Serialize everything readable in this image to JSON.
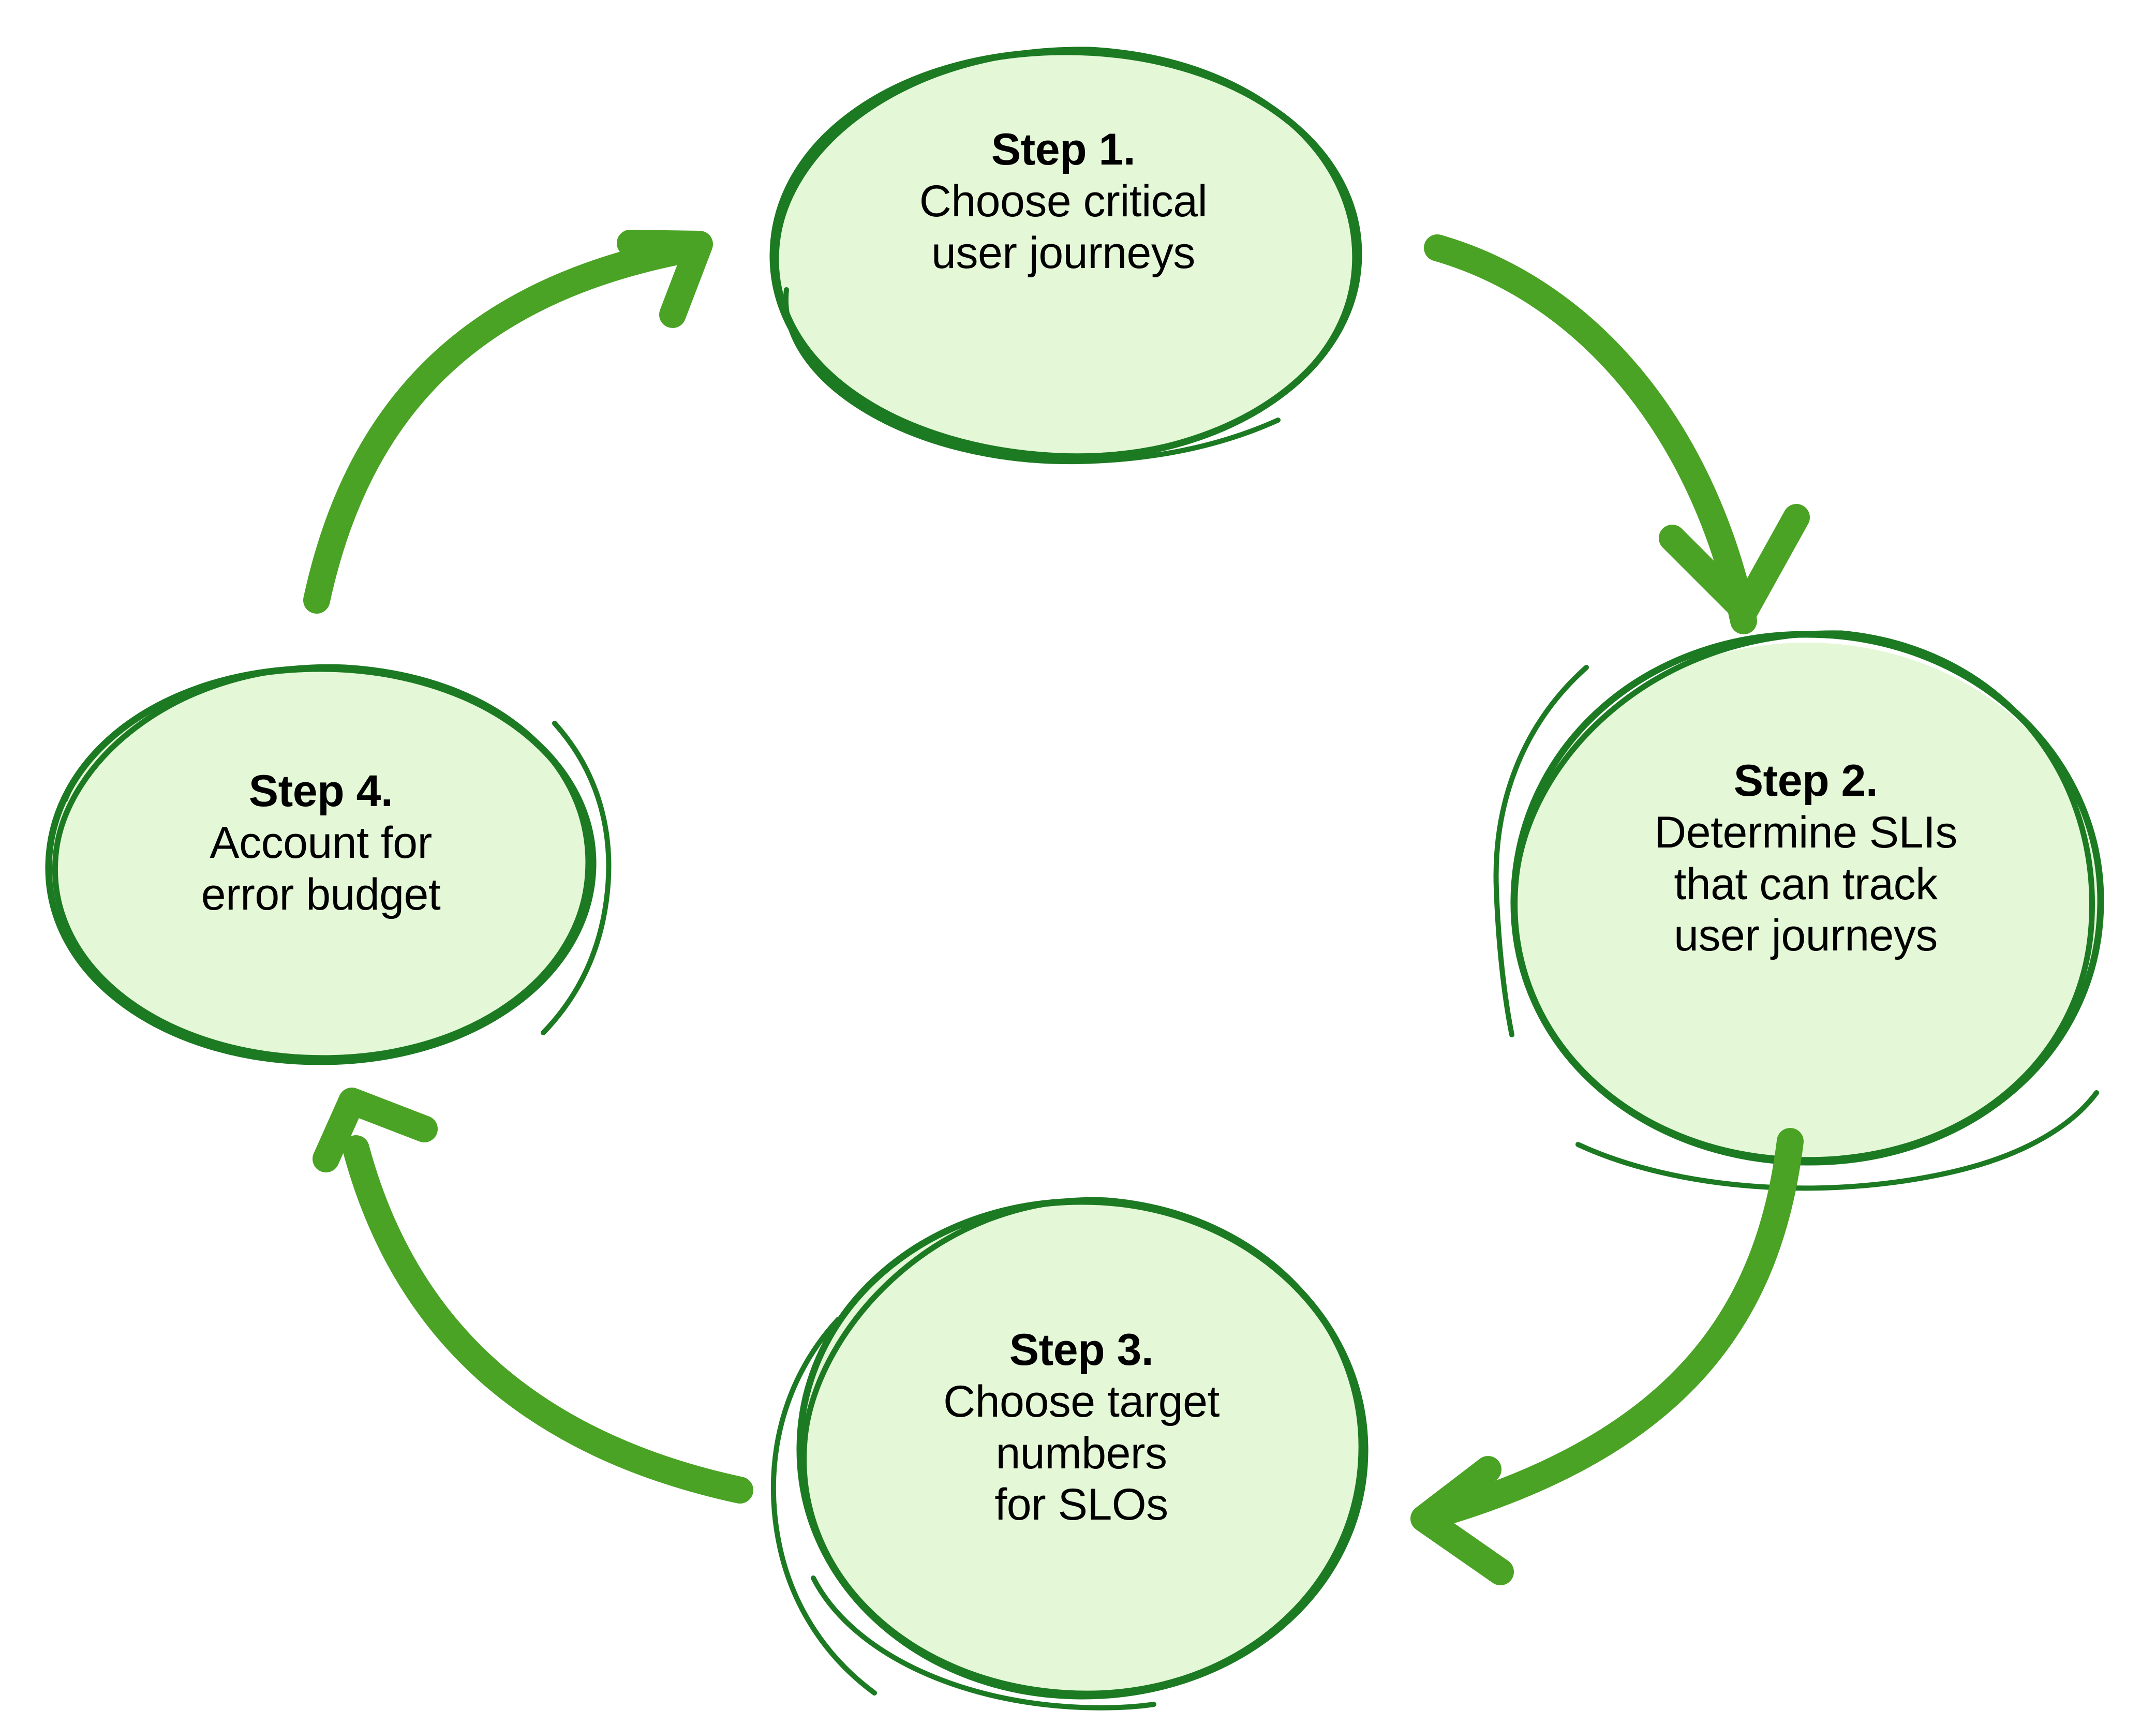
{
  "diagram": {
    "type": "cycle",
    "direction": "clockwise",
    "background_color": "#ffffff",
    "node_fill_color": "#e4f7d7",
    "node_stroke_color": "#1c7a22",
    "arrow_color": "#4aa324",
    "text_color": "#000000",
    "nodes": [
      {
        "id": "step-1",
        "title": "Step 1.",
        "body": "Choose critical\nuser journeys",
        "body_lines": [
          "Choose critical",
          "user journeys"
        ],
        "position": "top"
      },
      {
        "id": "step-2",
        "title": "Step 2.",
        "body": "Determine SLIs\nthat can track\nuser journeys",
        "body_lines": [
          "Determine SLIs",
          "that can track",
          "user journeys"
        ],
        "position": "right"
      },
      {
        "id": "step-3",
        "title": "Step 3.",
        "body": "Choose target\nnumbers\nfor SLOs",
        "body_lines": [
          "Choose target",
          "numbers",
          "for SLOs"
        ],
        "position": "bottom"
      },
      {
        "id": "step-4",
        "title": "Step 4.",
        "body": "Account for\nerror budget",
        "body_lines": [
          "Account for",
          "error budget"
        ],
        "position": "left"
      }
    ],
    "arrows": [
      {
        "id": "arrow-1-to-2",
        "from": "step-1",
        "to": "step-2"
      },
      {
        "id": "arrow-2-to-3",
        "from": "step-2",
        "to": "step-3"
      },
      {
        "id": "arrow-3-to-4",
        "from": "step-3",
        "to": "step-4"
      },
      {
        "id": "arrow-4-to-1",
        "from": "step-4",
        "to": "step-1"
      }
    ]
  }
}
